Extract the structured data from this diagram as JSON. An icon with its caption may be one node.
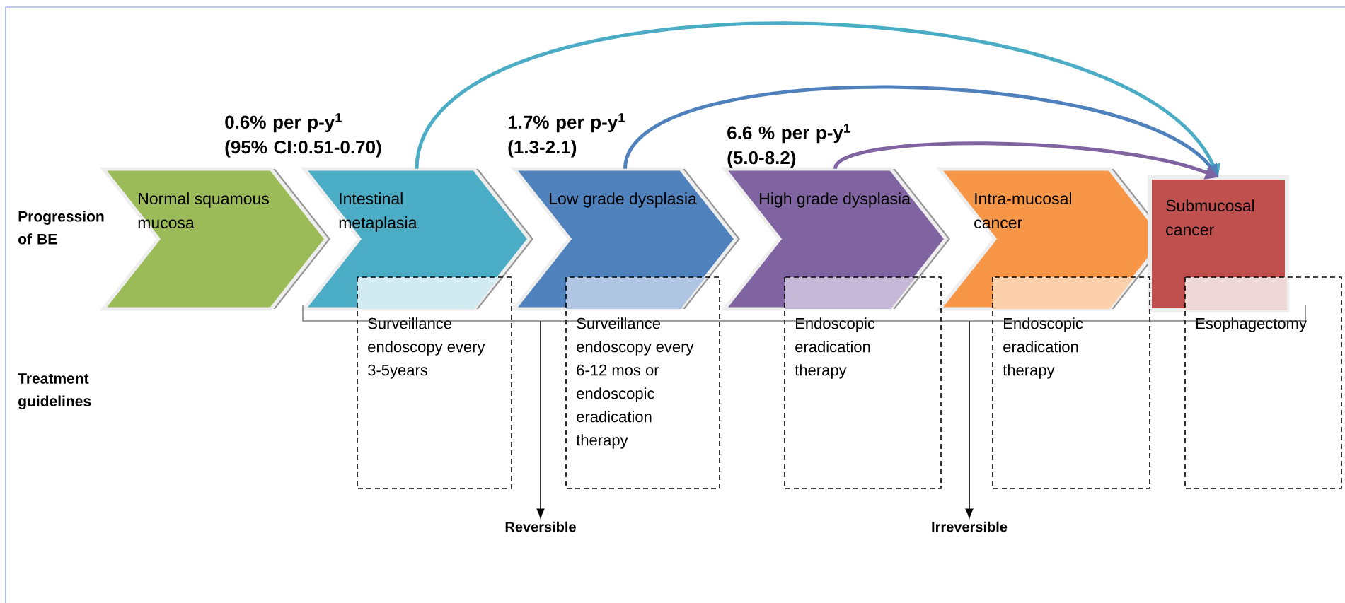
{
  "diagram": {
    "nodes": [
      {
        "text": [
          "Normal squamous mucosa"
        ]
      },
      {
        "text": [
          "Intestinal metaplasia"
        ]
      },
      {
        "text": [
          "Low grade dysplasia"
        ]
      },
      {
        "text": [
          "High grade dysplasia"
        ]
      },
      {
        "text": [
          "Intra-mucosal cancer"
        ]
      },
      {
        "text": [
          "Submucosal cancer"
        ]
      },
      {
        "text": [
          "Surveillance endoscopy every 3-5years"
        ]
      },
      {
        "text": [
          "Surveillance endoscopy every 6-12 mos or endoscopic eradication therapy"
        ]
      },
      {
        "text": [
          "Endoscopic eradication therapy"
        ]
      },
      {
        "text": [
          "Endoscopic eradication therapy"
        ]
      },
      {
        "text": [
          "Esophagectomy"
        ]
      },
      {
        "text": [
          "Reversible"
        ]
      },
      {
        "text": [
          "Irreversible"
        ]
      },
      {
        "text": [],
        "shape": "bar"
      }
    ],
    "edges": [
      {
        "from": 1,
        "to": 5,
        "arrow": "to",
        "color": "#4bacc6"
      },
      {
        "from": 2,
        "to": 5,
        "arrow": "to",
        "color": "#4f81bd"
      },
      {
        "from": 3,
        "to": 5,
        "arrow": "to",
        "color": "#8064a2"
      },
      {
        "from": 13,
        "to": 11,
        "arrow": "to"
      },
      {
        "from": 13,
        "to": 12,
        "arrow": "to"
      }
    ],
    "labels": [
      "0.6% per p-y$^{1}$",
      "(95% CI:0.51-0.70)",
      "1.7% per p-y$^{1}$",
      "(1.3-2.1)",
      "6.6 % per p-y$^{1}$",
      "(5.0-8.2)",
      "Progression of BE",
      "Treatment guidelines"
    ]
  }
}
